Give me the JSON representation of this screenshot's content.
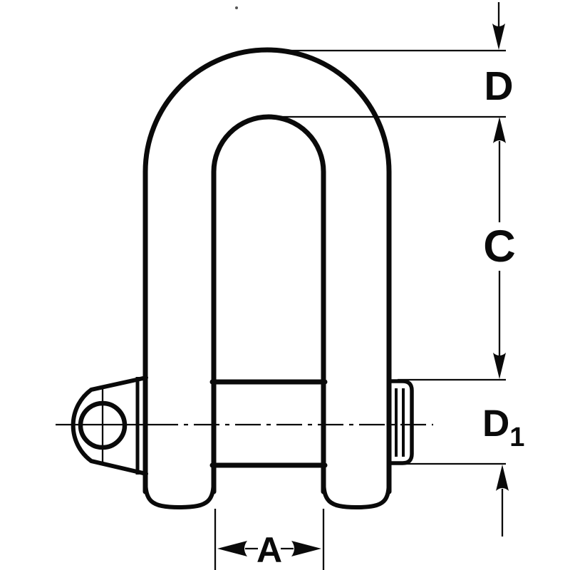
{
  "colors": {
    "line": "#0a0a0a",
    "background": "#ffffff"
  },
  "labels": {
    "bow_diameter": "D",
    "inside_length": "C",
    "pin_diameter_main": "D",
    "pin_diameter_subscript": "1",
    "inside_width": "A"
  }
}
